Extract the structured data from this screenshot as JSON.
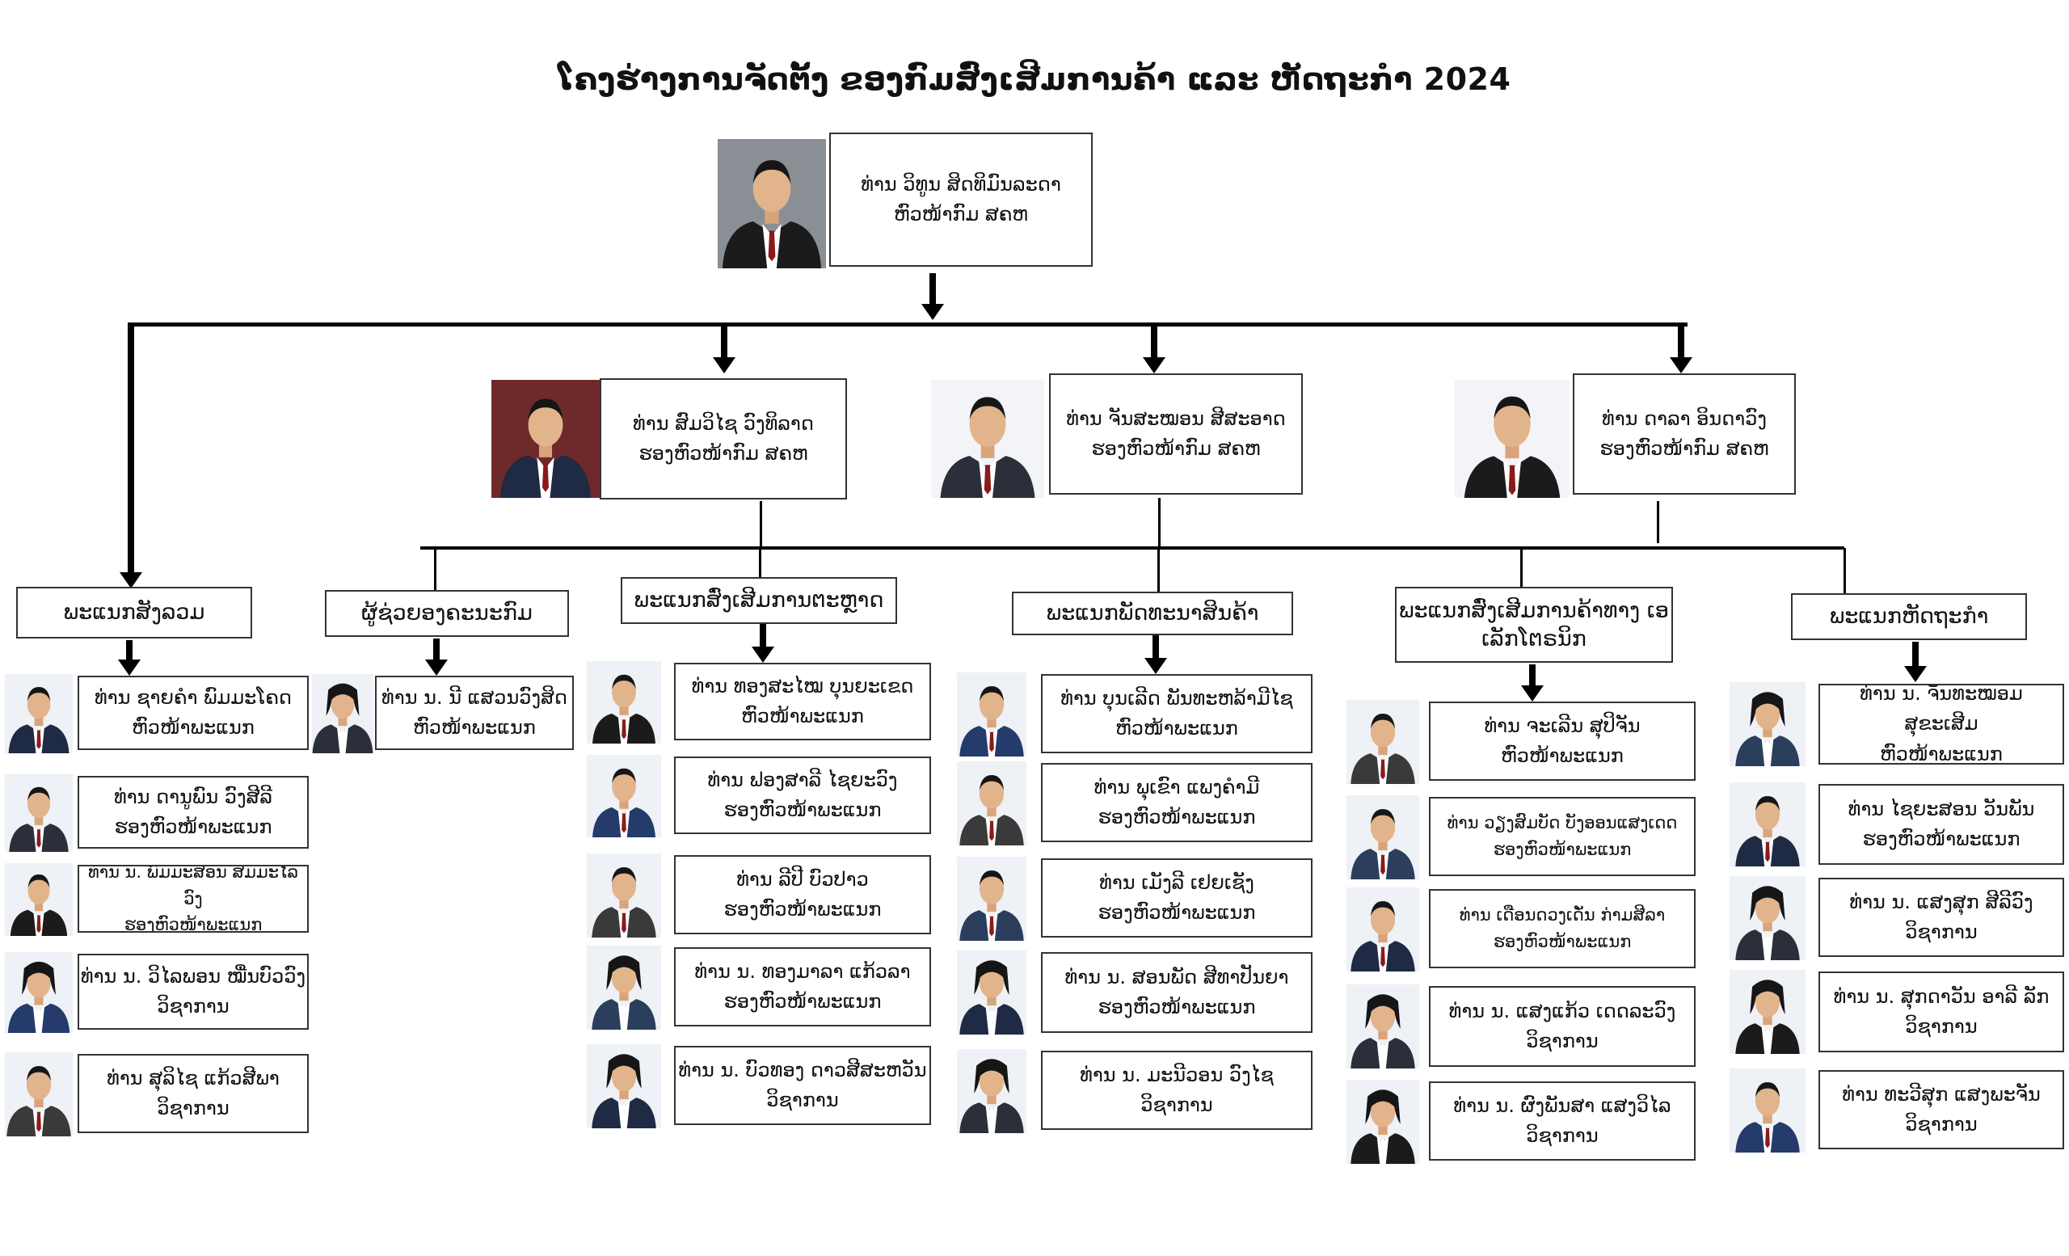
{
  "title": "ໂຄງຮ່າງການຈັດຕັ້ງ ຂອງກົມສົ່ງເສີມການຄ້າ ແລະ ຫັດຖະກຳ 2024",
  "director": {
    "name": "ທ່ານ ວິທູນ ສິດທິມົນລະດາ",
    "role": "ຫົວໜ້າກົມ ສຄຫ"
  },
  "deputies": [
    {
      "name": "ທ່ານ ສົມວິໄຊ ວົງທິລາດ",
      "role": "ຮອງຫົວໜ້າກົມ ສຄຫ"
    },
    {
      "name": "ທ່ານ ຈັນສະໝອນ ສີສະອາດ",
      "role": "ຮອງຫົວໜ້າກົມ ສຄຫ"
    },
    {
      "name": "ທ່ານ ດາລາ ອິນດາວົງ",
      "role": "ຮອງຫົວໜ້າກົມ ສຄຫ"
    }
  ],
  "departments": [
    {
      "title": "ພະແນກສັງລວມ",
      "members": [
        {
          "name": "ທ່ານ ຊາຍຄຳ ພົມມະໂຄດ",
          "role": "ຫົວໜ້າພະແນກ"
        },
        {
          "name": "ທ່ານ ດານູພົນ ວົງສີລີ",
          "role": "ຮອງຫົວໜ້າພະແນກ"
        },
        {
          "name": "ທ່ານ ນ. ພົມມະສອນ ສົມມະໄລວົງ",
          "role": "ຮອງຫົວໜ້າພະແນກ"
        },
        {
          "name": "ທ່ານ ນ. ວິໄລພອນ ໝື່ນບົວວົງ",
          "role": "ວິຊາການ"
        },
        {
          "name": "ທ່ານ ສຸລິໄຊ ແກ້ວສີພາ",
          "role": "ວິຊາການ"
        }
      ]
    },
    {
      "title": "ຜູ້ຊ່ວຍອງຄະນະກົມ",
      "members": [
        {
          "name": "ທ່ານ ນ. ນີ ແສວນວົງສິດ",
          "role": "ຫົວໜ້າພະແນກ"
        }
      ]
    },
    {
      "title": "ພະແນກສົ່ງເສີມການຕະຫຼາດ",
      "members": [
        {
          "name": "ທ່ານ ທອງສະໄໝ ບຸນຍະເຂດ",
          "role": "ຫົວໜ້າພະແນກ"
        },
        {
          "name": "ທ່ານ ຟອງສາລີ ໄຊຍະວົງ",
          "role": "ຮອງຫົວໜ້າພະແນກ"
        },
        {
          "name": "ທ່ານ ລີປີ ບົວປາວ",
          "role": "ຮອງຫົວໜ້າພະແນກ"
        },
        {
          "name": "ທ່ານ ນ. ທອງມາລາ ແກ້ວລາ",
          "role": "ຮອງຫົວໜ້າພະແນກ"
        },
        {
          "name": "ທ່ານ ນ. ບົວທອງ ດາວສີສະຫວັນ",
          "role": "ວິຊາການ"
        }
      ]
    },
    {
      "title": "ພະແນກພັດທະນາສິນຄ້າ",
      "members": [
        {
          "name": "ທ່ານ ບຸນເລີດ ພັນທະຫລ້າມີໄຊ",
          "role": "ຫົວໜ້າພະແນກ"
        },
        {
          "name": "ທ່ານ ພຸເຂົາ ແພງຄຳມີ",
          "role": "ຮອງຫົວໜ້າພະແນກ"
        },
        {
          "name": "ທ່ານ ເມັງລີ ເຢຍເຊັງ",
          "role": "ຮອງຫົວໜ້າພະແນກ"
        },
        {
          "name": "ທ່ານ ນ. ສອນພັດ ສີທາປັນຍາ",
          "role": "ຮອງຫົວໜ້າພະແນກ"
        },
        {
          "name": "ທ່ານ ນ. ມະນີວອນ ວົງໄຊ",
          "role": "ວິຊາການ"
        }
      ]
    },
    {
      "title": "ພະແນກສົ່ງເສີມການຄ້າທາງ ເອເລັກໂຕຣນິກ",
      "members": [
        {
          "name": "ທ່ານ ຈະເລີນ ສຸປິຈັນ",
          "role": "ຫົວໜ້າພະແນກ"
        },
        {
          "name": "ທ່ານ ວຽງສົມບັດ ບັງອອນແສງເດດ",
          "role": "ຮອງຫົວໜ້າພະແນກ"
        },
        {
          "name": "ທ່ານ ເດືອນດວງເດັ່ນ ກ່າມສີລາ",
          "role": "ຮອງຫົວໜ້າພະແນກ"
        },
        {
          "name": "ທ່ານ ນ. ແສງແກ້ວ ເດດລະວົງ",
          "role": "ວິຊາການ"
        },
        {
          "name": "ທ່ານ ນ. ຜົງພັນສາ ແສງວິໄລ",
          "role": "ວິຊາການ"
        }
      ]
    },
    {
      "title": "ພະແນກຫັດຖະກຳ",
      "members": [
        {
          "name": "ທ່ານ ນ. ຈັນທະໝອມ ສຸຂະເສີມ",
          "role": "ຫົວໜ້າພະແນກ"
        },
        {
          "name": "ທ່ານ ໄຊຍະສອນ ວັນພັນ",
          "role": "ຮອງຫົວໜ້າພະແນກ"
        },
        {
          "name": "ທ່ານ ນ. ແສງສຸກ ສີລີວົງ",
          "role": "ວິຊາການ"
        },
        {
          "name": "ທ່ານ ນ. ສຸກດາວັນ ອາລີ ລັກ",
          "role": "ວິຊາການ"
        },
        {
          "name": "ທ່ານ ທະວີສຸກ ແສງພະຈັນ",
          "role": "ວິຊາການ"
        }
      ]
    }
  ]
}
